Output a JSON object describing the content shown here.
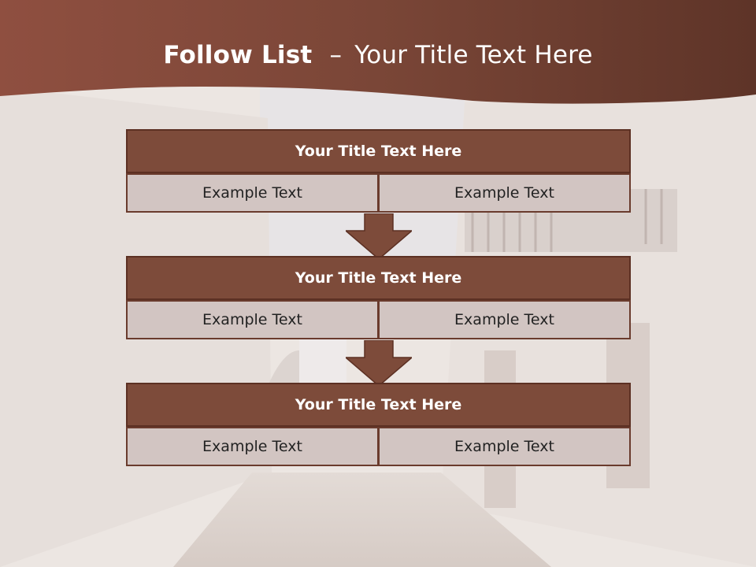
{
  "header": {
    "title_bold": "Follow List",
    "title_separator": "–",
    "title_rest": "Your Title Text Here"
  },
  "blocks": [
    {
      "title": "Your Title Text Here",
      "left": "Example Text",
      "right": "Example Text"
    },
    {
      "title": "Your Title Text Here",
      "left": "Example Text",
      "right": "Example Text"
    },
    {
      "title": "Your Title Text Here",
      "left": "Example Text",
      "right": "Example Text"
    }
  ],
  "colors": {
    "header_band": "#7a4536",
    "block_title": "#7d4b3a",
    "block_cell": "#d2c5c2",
    "arrow": "#7d4b3a"
  }
}
